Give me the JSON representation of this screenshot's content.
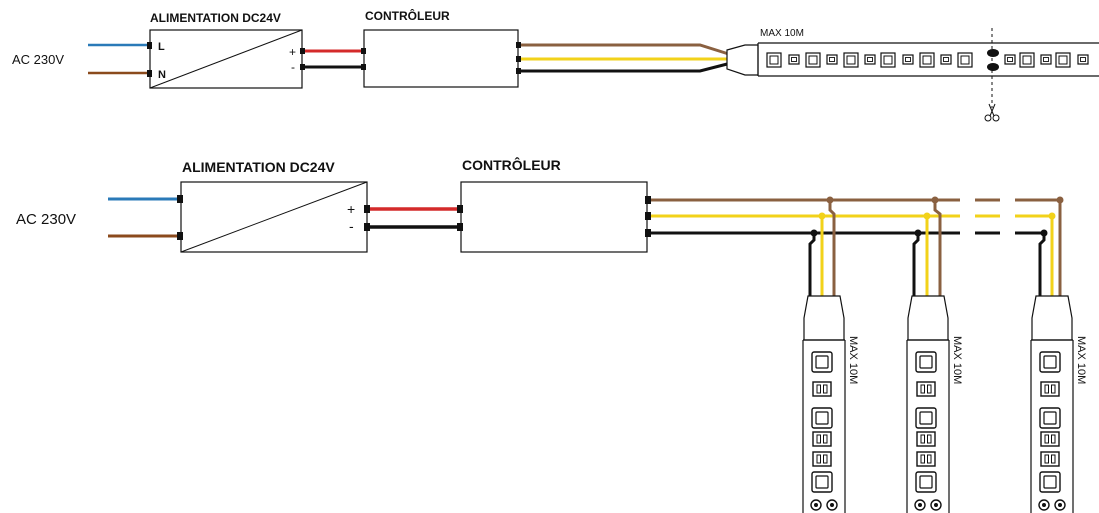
{
  "diagram1": {
    "ac_label": "AC 230V",
    "psu_title": "ALIMENTATION DC24V",
    "psu_terminal_l": "L",
    "psu_terminal_n": "N",
    "psu_plus": "+",
    "psu_minus": "-",
    "controller_title": "CONTRÔLEUR",
    "strip_max": "MAX 10M"
  },
  "diagram2": {
    "ac_label": "AC 230V",
    "psu_title": "ALIMENTATION DC24V",
    "psu_plus": "+",
    "psu_minus": "-",
    "controller_title": "CONTRÔLEUR",
    "strip_max": [
      "MAX 10M",
      "MAX 10M",
      "MAX 10M"
    ]
  },
  "colors": {
    "ac_live": "#2a7ab8",
    "ac_neutral": "#8b4a1c",
    "dc_plus": "#d42a2a",
    "dc_minus": "#111111",
    "wire_brown": "#8a6040",
    "wire_yellow": "#f2d21a",
    "wire_black": "#111111"
  }
}
